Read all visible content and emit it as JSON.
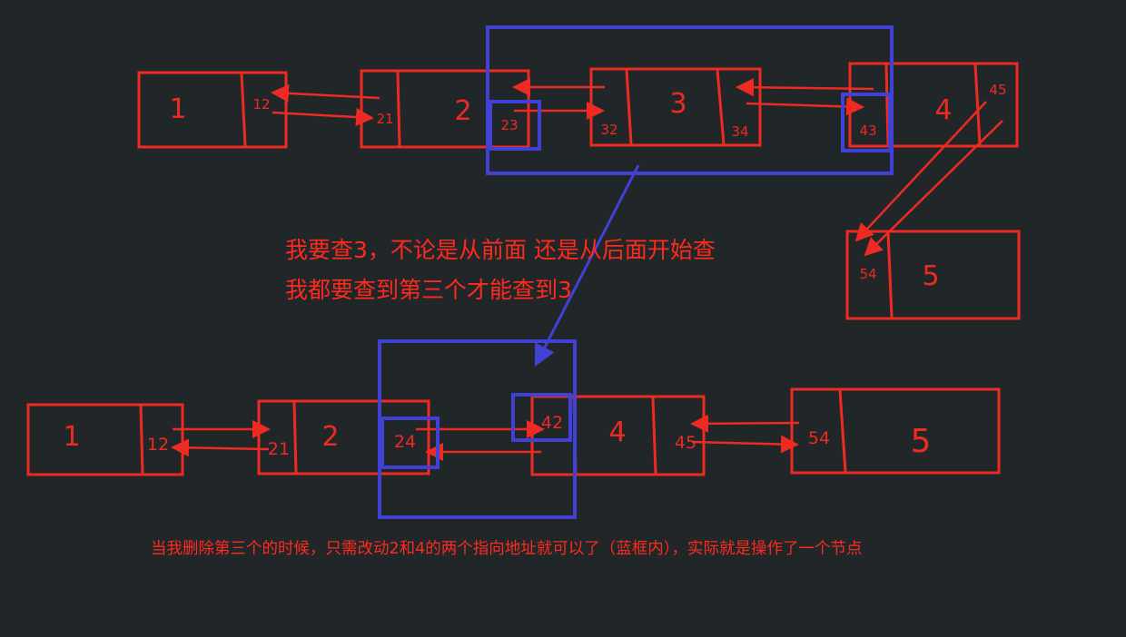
{
  "colors": {
    "background": "#212629",
    "red": "#ee2b22",
    "blue": "#4141d6"
  },
  "top_list": {
    "nodes": [
      {
        "value": "1",
        "ptrs": [
          "12"
        ]
      },
      {
        "value": "2",
        "ptrs": [
          "21",
          "23"
        ]
      },
      {
        "value": "3",
        "ptrs": [
          "32",
          "34"
        ]
      },
      {
        "value": "4",
        "ptrs": [
          "43",
          "45"
        ]
      },
      {
        "value": "5",
        "ptrs": [
          "54"
        ]
      }
    ]
  },
  "bottom_list": {
    "nodes": [
      {
        "value": "1",
        "ptrs": [
          "12"
        ]
      },
      {
        "value": "2",
        "ptrs": [
          "21",
          "24"
        ]
      },
      {
        "value": "4",
        "ptrs": [
          "42",
          "45"
        ]
      },
      {
        "value": "5",
        "ptrs": [
          "54"
        ]
      }
    ]
  },
  "notes": {
    "search_line1": "我要查3，不论是从前面    还是从后面开始查",
    "search_line2": "我都要查到第三个才能查到3",
    "delete_note": "当我删除第三个的时候，只需改动2和4的两个指向地址就可以了（蓝框内），实际就是操作了一个节点"
  }
}
